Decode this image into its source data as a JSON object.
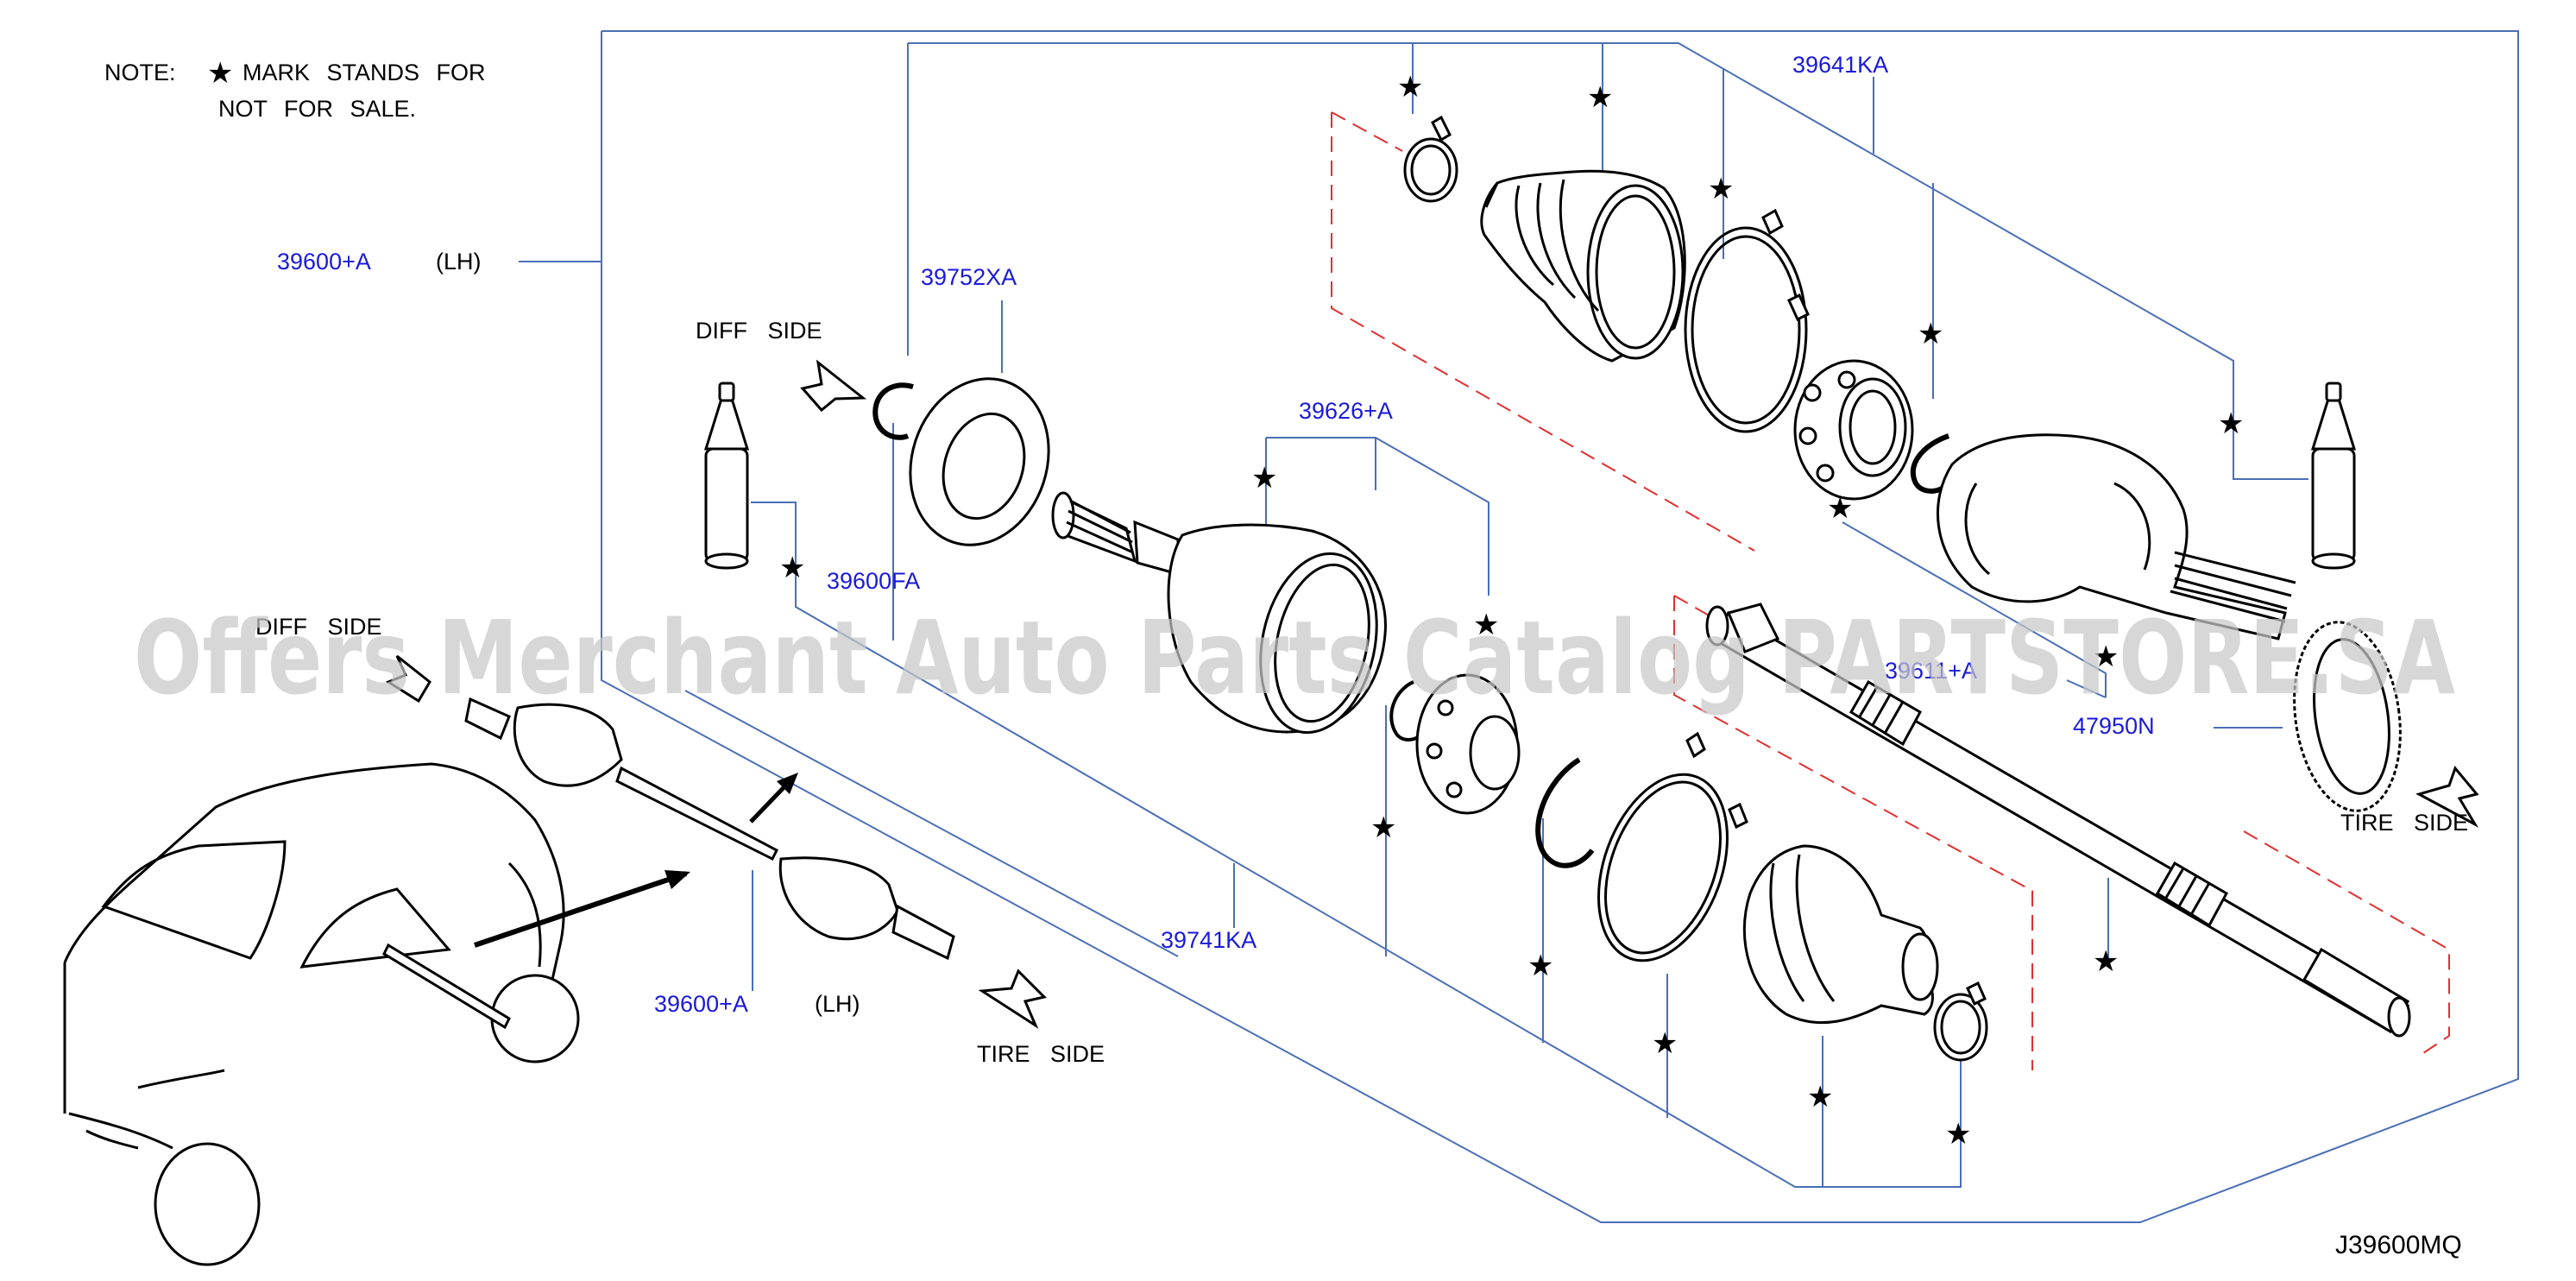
{
  "note": {
    "line1_prefix": "NOTE:",
    "line1_suffix": "MARK STANDS FOR",
    "line2": "NOT FOR SALE."
  },
  "labels": {
    "assembly_top_number": "39600+A",
    "assembly_top_side": "(LH)",
    "ring_number": "39752XA",
    "diff_side": "DIFF SIDE",
    "grease_number": "39600FA",
    "inner_joint_number": "39626+A",
    "outer_kit_number": "39641KA",
    "inner_kit_number": "39741KA",
    "shaft_number": "39611+A",
    "abs_ring_number": "47950N",
    "tire_side": "TIRE SIDE",
    "car_diff_side": "DIFF SIDE",
    "assembly_bottom_number": "39600+A",
    "assembly_bottom_side": "(LH)",
    "car_tire_side": "TIRE SIDE",
    "diagram_code": "J39600MQ"
  },
  "watermark": "Offers Merchant Auto Parts Catalog PARTSTORE.SA",
  "colors": {
    "part_number": "#1a1adb",
    "leader_line": "#4a6fb5",
    "dashed_frame": "#e03030",
    "drawing": "#000000",
    "watermark": "#c8c8c8"
  },
  "icons": [
    "star-mark-icon",
    "arrow-outline-icon"
  ]
}
